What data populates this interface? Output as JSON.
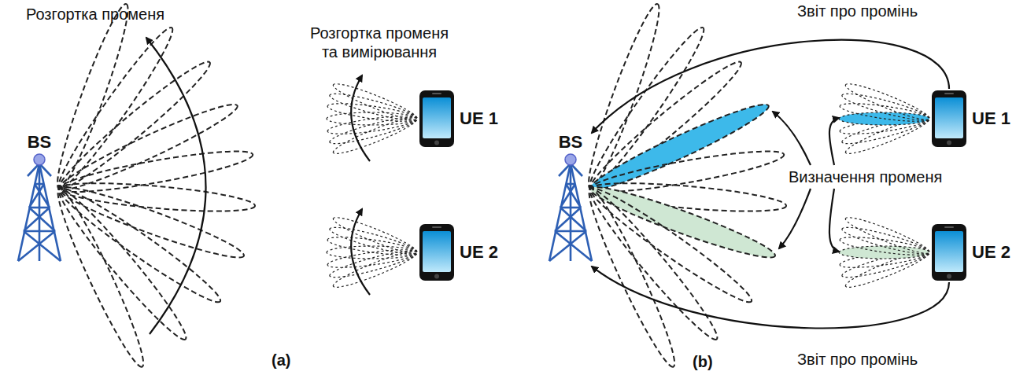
{
  "diagram": {
    "nodes": [
      {
        "text": [
          "BS"
        ]
      },
      {
        "text": [
          "UE 1"
        ]
      },
      {
        "text": [
          "UE 2"
        ]
      },
      {
        "text": [
          "BS"
        ]
      },
      {
        "text": [
          "UE 1"
        ]
      },
      {
        "text": [
          "UE 2"
        ]
      }
    ],
    "edges": [
      {
        "from": 4,
        "to": 3,
        "arrow": "to",
        "label": "Звіт про промінь"
      },
      {
        "from": 5,
        "to": 3,
        "arrow": "to",
        "label": "Звіт про промінь"
      }
    ],
    "labels": [
      "Розгортка променя",
      "Розгортка променя та вимірювання",
      "Визначення променя",
      "(a)",
      "(b)"
    ]
  }
}
